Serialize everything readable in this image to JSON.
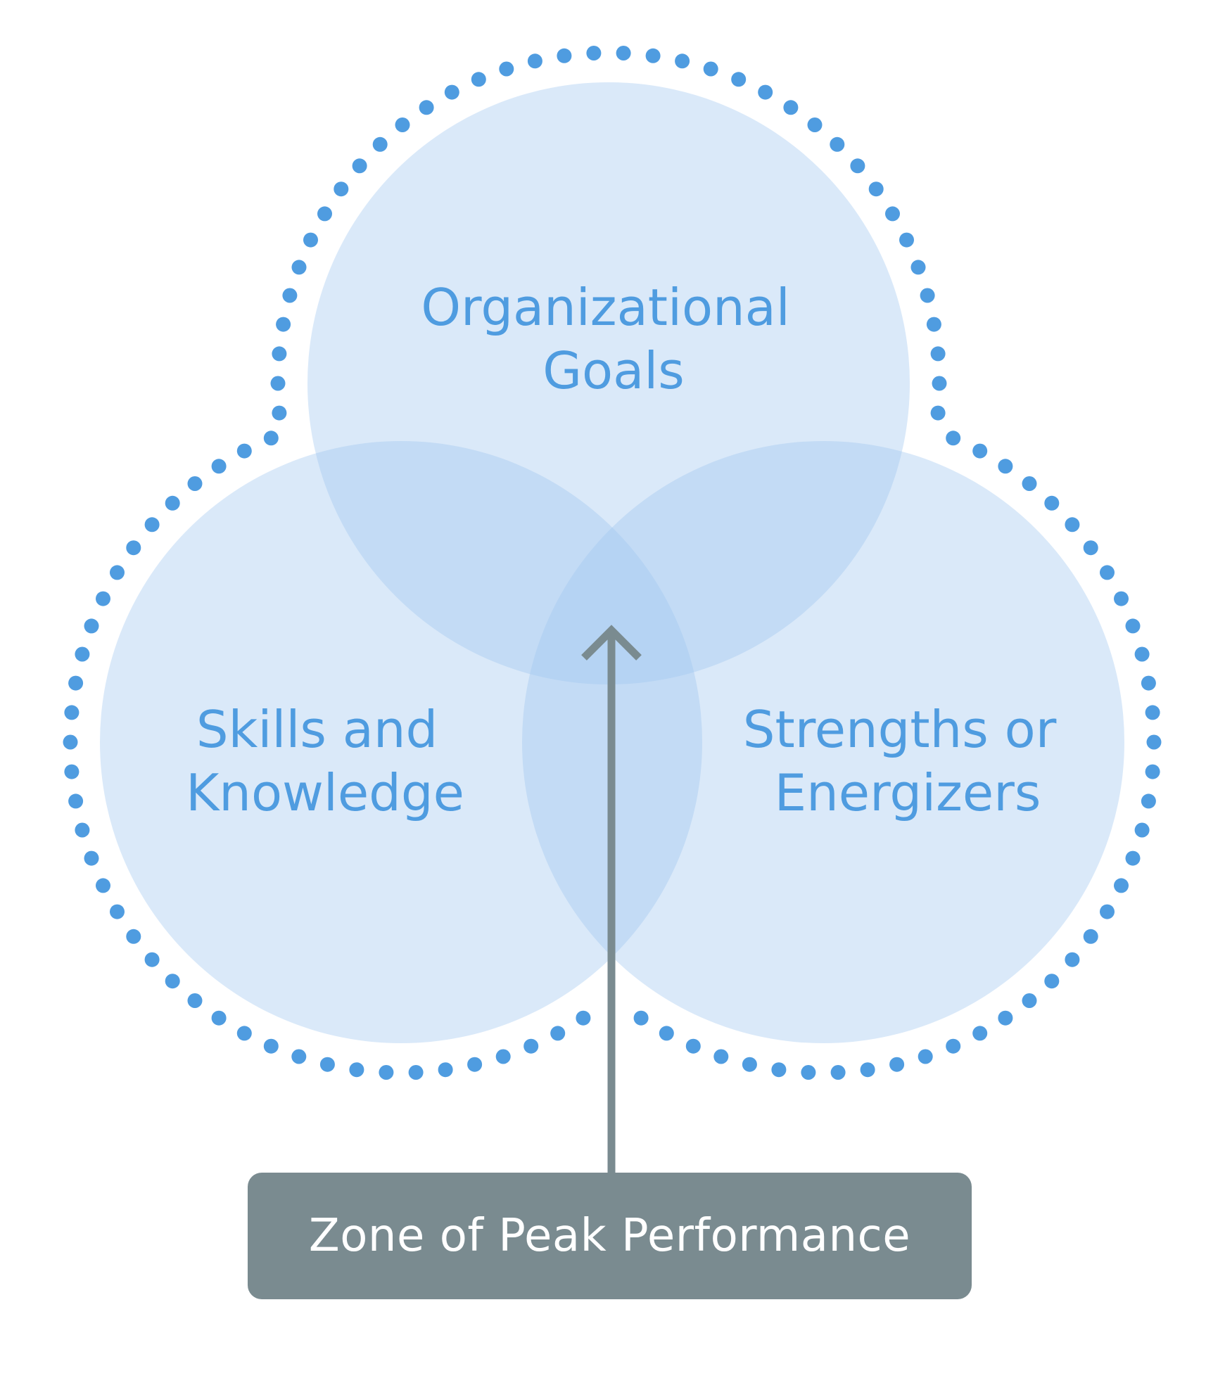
{
  "diagram": {
    "circles": [
      {
        "id": "organizational-goals",
        "lines": [
          "Organizational",
          "Goals"
        ]
      },
      {
        "id": "skills-and-knowledge",
        "lines": [
          "Skills and",
          "Knowledge"
        ]
      },
      {
        "id": "strengths-or-energizers",
        "lines": [
          "Strengths or",
          "Energizers"
        ]
      }
    ],
    "zone_label": "Zone of Peak Performance",
    "colors": {
      "circle_fill": "#9ec6ef",
      "label_text": "#4f9ce0",
      "dotted_outline": "#4f9ce0",
      "arrow_and_box": "#7a8b90",
      "box_text": "#ffffff"
    }
  }
}
